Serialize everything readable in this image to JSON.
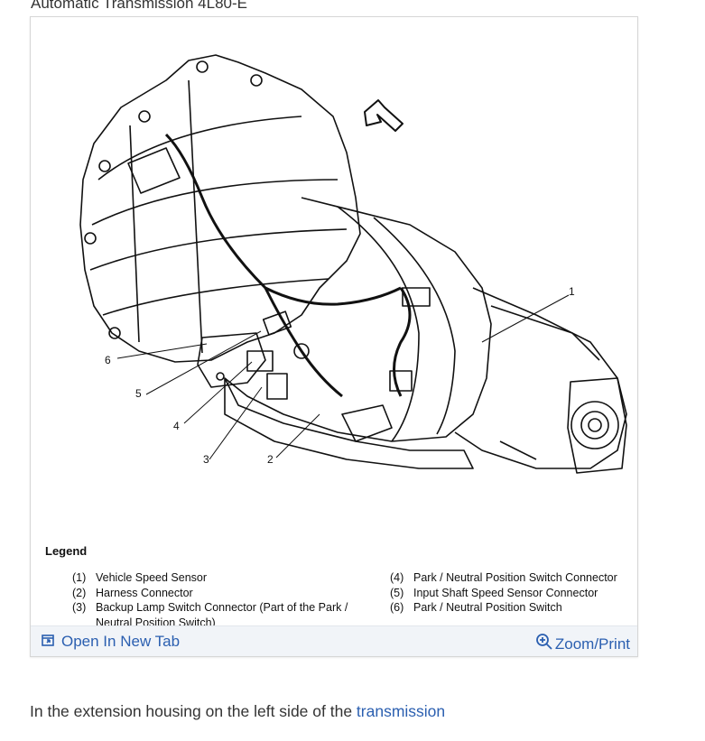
{
  "page": {
    "title": "Automatic Transmission 4L80-E"
  },
  "figure": {
    "callouts": [
      "1",
      "2",
      "3",
      "4",
      "5",
      "6"
    ],
    "legend_title": "Legend",
    "legend_left": [
      {
        "num": "(1)",
        "text": "Vehicle Speed Sensor"
      },
      {
        "num": "(2)",
        "text": "Harness Connector"
      },
      {
        "num": "(3)",
        "text": "Backup Lamp Switch Connector (Part of the Park / Neutral Position Switch)"
      }
    ],
    "legend_right": [
      {
        "num": "(4)",
        "text": "Park / Neutral Position Switch Connector"
      },
      {
        "num": "(5)",
        "text": "Input Shaft Speed Sensor Connector"
      },
      {
        "num": "(6)",
        "text": "Park / Neutral Position Switch"
      }
    ],
    "open_tab_label": "Open In New Tab",
    "zoom_label": "Zoom/Print",
    "icons": {
      "open_tab": "open-in-new-tab-icon",
      "zoom": "zoom-in-icon"
    },
    "link_color": "#2b5fb0"
  },
  "answer": {
    "text": "In the extension housing on the left side of the ",
    "link": "transmission"
  }
}
